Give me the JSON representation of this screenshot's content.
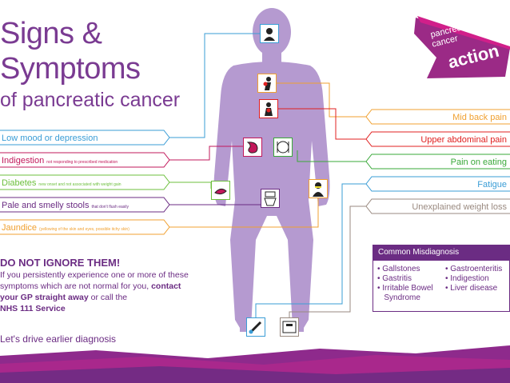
{
  "title": {
    "line1": "Signs &",
    "line2": "Symptoms",
    "line3": "of pancreatic cancer"
  },
  "logo": {
    "line1": "pancreatic",
    "line2": "cancer",
    "line3": "action"
  },
  "left_symptoms": [
    {
      "label": "Low mood or depression",
      "note": "",
      "color": "#3a9dd6"
    },
    {
      "label": "Indigestion",
      "note": "not responding to prescribed medication",
      "color": "#c2185b"
    },
    {
      "label": "Diabetes",
      "note": "new onset and not associated with weight gain",
      "color": "#6cbf3c"
    },
    {
      "label": "Pale and smelly stools",
      "note": "that don't flush easily",
      "color": "#6b2c83"
    },
    {
      "label": "Jaundice",
      "note": "(yellowing of the skin and eyes, possible itchy skin)",
      "color": "#f0a030"
    }
  ],
  "right_symptoms": [
    {
      "label": "Mid back pain",
      "color": "#f0a030"
    },
    {
      "label": "Upper abdominal pain",
      "color": "#e02020"
    },
    {
      "label": "Pain on eating",
      "color": "#3aa83a"
    },
    {
      "label": "Fatigue",
      "color": "#3a9dd6"
    },
    {
      "label": "Unexplained weight loss",
      "color": "#9a8a80"
    }
  ],
  "warning": {
    "title": "DO NOT IGNORE THEM!",
    "text1": "If you persistently experience one or more of these symptoms which are not normal for you,",
    "text2": "contact your GP straight away",
    "text3": " or call the",
    "text4": "NHS 111 Service"
  },
  "slogan": "Let's drive earlier diagnosis",
  "misdiagnosis": {
    "title": "Common Misdiagnosis",
    "col1": [
      "• Gallstones",
      "• Gastritis",
      "• Irritable Bowel",
      "   Syndrome"
    ],
    "col2": [
      "• Gastroenteritis",
      "• Indigestion",
      "• Liver disease"
    ]
  },
  "colors": {
    "purple": "#6b2c83",
    "body": "#b59ad0",
    "magenta": "#a0228a"
  }
}
